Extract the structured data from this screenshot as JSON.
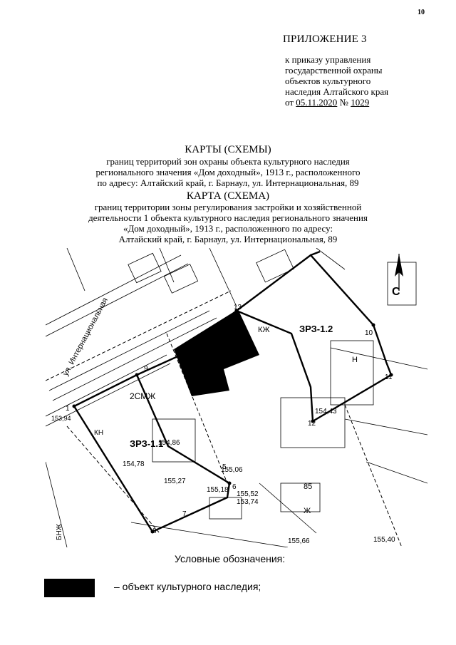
{
  "page_number": "10",
  "appendix": {
    "title": "ПРИЛОЖЕНИЕ 3",
    "line1": "к приказу управления",
    "line2": "государственной охраны",
    "line3": "объектов культурного",
    "line4": "наследия Алтайского края",
    "date_prefix": "от",
    "date": "05.11.2020",
    "number_sign": "№",
    "number": "1029"
  },
  "heading1": {
    "title": "КАРТЫ (СХЕМЫ)",
    "line1": "границ территорий зон охраны объекта культурного наследия",
    "line2": "регионального значения «Дом доходный», 1913 г., расположенного",
    "line3": "по адресу: Алтайский край, г. Барнаул, ул. Интернациональная, 89"
  },
  "heading2": {
    "title": "КАРТА (СХЕМА)",
    "line1": "границ территории зоны регулирования застройки и хозяйственной",
    "line2": "деятельности 1 объекта культурного наследия регионального значения",
    "line3": "«Дом доходный», 1913 г., расположенного по адресу:",
    "line4": "Алтайский край, г. Барнаул, ул. Интернациональная, 89"
  },
  "map": {
    "street_label": "ул. Интернациональная",
    "zone_1": "ЗРЗ-1.1",
    "zone_2": "ЗРЗ-1.2",
    "north": "С",
    "bldg_2smzh": "2СМЖ",
    "bldg_85": "85",
    "kzh": "КЖ",
    "zh": "Ж",
    "n": "Н",
    "kn": "КН",
    "bnzh": "БНЖ",
    "h_15486": "154,86",
    "h_15478": "154,78",
    "h_15527": "155,27",
    "h_15518": "155,18",
    "h_15552": "155,52",
    "h_15374": "153,74",
    "h_15566": "155,66",
    "h_15543": "154,43",
    "h_15594": "153,94",
    "h_15540": "155,40",
    "h_15506": "155,06",
    "pt_1": "1",
    "pt_9": "9",
    "pt_10": "10",
    "pt_11": "11",
    "pt_12": "12",
    "pt_13": "13",
    "pt_7": "7",
    "pt_8": "8",
    "pt_6": "6",
    "pt_5": "5"
  },
  "legend": {
    "title": "Условные обозначения:",
    "item_heritage": "– объект культурного наследия;"
  }
}
